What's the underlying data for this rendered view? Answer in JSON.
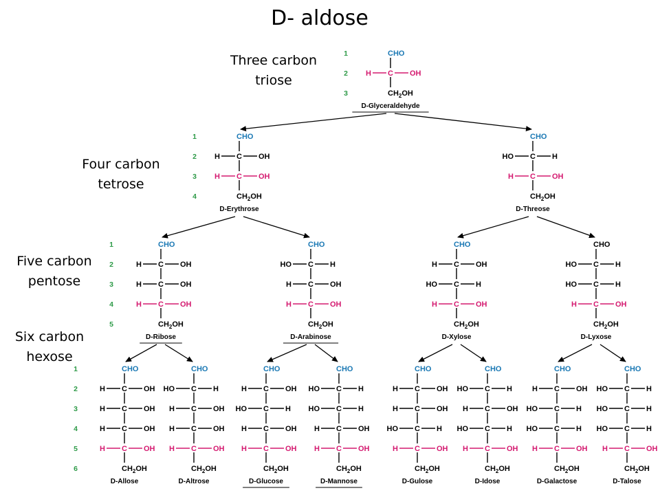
{
  "title": "D- aldose",
  "level_labels": [
    {
      "lines": [
        "Three carbon",
        "triose"
      ]
    },
    {
      "lines": [
        "Four carbon",
        "tetrose"
      ]
    },
    {
      "lines": [
        "Five carbon",
        "pentose"
      ]
    },
    {
      "lines": [
        "Six carbon",
        "hexose"
      ]
    }
  ],
  "colors": {
    "new_carbon": "#d4196f",
    "aldehyde": "#1a78b4",
    "number": "#2e9a48",
    "text": "#000000"
  },
  "labels": {
    "cho": "CHO",
    "ch2oh": "CH2OH",
    "h": "H",
    "oh": "OH",
    "ho": "HO",
    "c": "C"
  },
  "sugars": [
    {
      "id": "glyceraldehyde",
      "level": 0,
      "name": "D-Glyceraldehyde",
      "config": [
        "R"
      ],
      "underline": true,
      "cho_colored": true
    },
    {
      "id": "erythrose",
      "level": 1,
      "name": "D-Erythrose",
      "config": [
        "R",
        "R"
      ],
      "underline": false,
      "cho_colored": true
    },
    {
      "id": "threose",
      "level": 1,
      "name": "D-Threose",
      "config": [
        "L",
        "R"
      ],
      "underline": false,
      "cho_colored": true
    },
    {
      "id": "ribose",
      "level": 2,
      "name": "D-Ribose",
      "config": [
        "R",
        "R",
        "R"
      ],
      "underline": true,
      "cho_colored": true
    },
    {
      "id": "arabinose",
      "level": 2,
      "name": "D-Arabinose",
      "config": [
        "L",
        "R",
        "R"
      ],
      "underline": true,
      "cho_colored": true
    },
    {
      "id": "xylose",
      "level": 2,
      "name": "D-Xylose",
      "config": [
        "R",
        "L",
        "R"
      ],
      "underline": false,
      "cho_colored": true
    },
    {
      "id": "lyxose",
      "level": 2,
      "name": "D-Lyxose",
      "config": [
        "L",
        "L",
        "R"
      ],
      "underline": false,
      "cho_colored": false
    },
    {
      "id": "allose",
      "level": 3,
      "name": "D-Allose",
      "config": [
        "R",
        "R",
        "R",
        "R"
      ],
      "underline": false,
      "cho_colored": true
    },
    {
      "id": "altrose",
      "level": 3,
      "name": "D-Altrose",
      "config": [
        "L",
        "R",
        "R",
        "R"
      ],
      "underline": false,
      "cho_colored": true
    },
    {
      "id": "glucose",
      "level": 3,
      "name": "D-Glucose",
      "config": [
        "R",
        "L",
        "R",
        "R"
      ],
      "underline": true,
      "cho_colored": true
    },
    {
      "id": "mannose",
      "level": 3,
      "name": "D-Mannose",
      "config": [
        "L",
        "L",
        "R",
        "R"
      ],
      "underline": true,
      "cho_colored": true
    },
    {
      "id": "gulose",
      "level": 3,
      "name": "D-Gulose",
      "config": [
        "R",
        "R",
        "L",
        "R"
      ],
      "underline": false,
      "cho_colored": true
    },
    {
      "id": "idose",
      "level": 3,
      "name": "D-Idose",
      "config": [
        "L",
        "R",
        "L",
        "R"
      ],
      "underline": false,
      "cho_colored": true
    },
    {
      "id": "galactose",
      "level": 3,
      "name": "D-Galactose",
      "config": [
        "R",
        "L",
        "L",
        "R"
      ],
      "underline": false,
      "cho_colored": true
    },
    {
      "id": "talose",
      "level": 3,
      "name": "D-Talose",
      "config": [
        "L",
        "L",
        "L",
        "R"
      ],
      "underline": false,
      "cho_colored": true
    }
  ],
  "edges": [
    [
      "glyceraldehyde",
      "erythrose"
    ],
    [
      "glyceraldehyde",
      "threose"
    ],
    [
      "erythrose",
      "ribose"
    ],
    [
      "erythrose",
      "arabinose"
    ],
    [
      "threose",
      "xylose"
    ],
    [
      "threose",
      "lyxose"
    ],
    [
      "ribose",
      "allose"
    ],
    [
      "ribose",
      "altrose"
    ],
    [
      "arabinose",
      "glucose"
    ],
    [
      "arabinose",
      "mannose"
    ],
    [
      "xylose",
      "gulose"
    ],
    [
      "xylose",
      "idose"
    ],
    [
      "lyxose",
      "galactose"
    ],
    [
      "lyxose",
      "talose"
    ]
  ],
  "carbon_numbers": [
    {
      "level": 0,
      "values": [
        "1",
        "2",
        "3"
      ]
    },
    {
      "level": 1,
      "values": [
        "1",
        "2",
        "3",
        "4"
      ]
    },
    {
      "level": 2,
      "values": [
        "1",
        "2",
        "3",
        "4",
        "5"
      ]
    },
    {
      "level": 3,
      "values": [
        "1",
        "2",
        "3",
        "4",
        "5",
        "6"
      ]
    }
  ]
}
